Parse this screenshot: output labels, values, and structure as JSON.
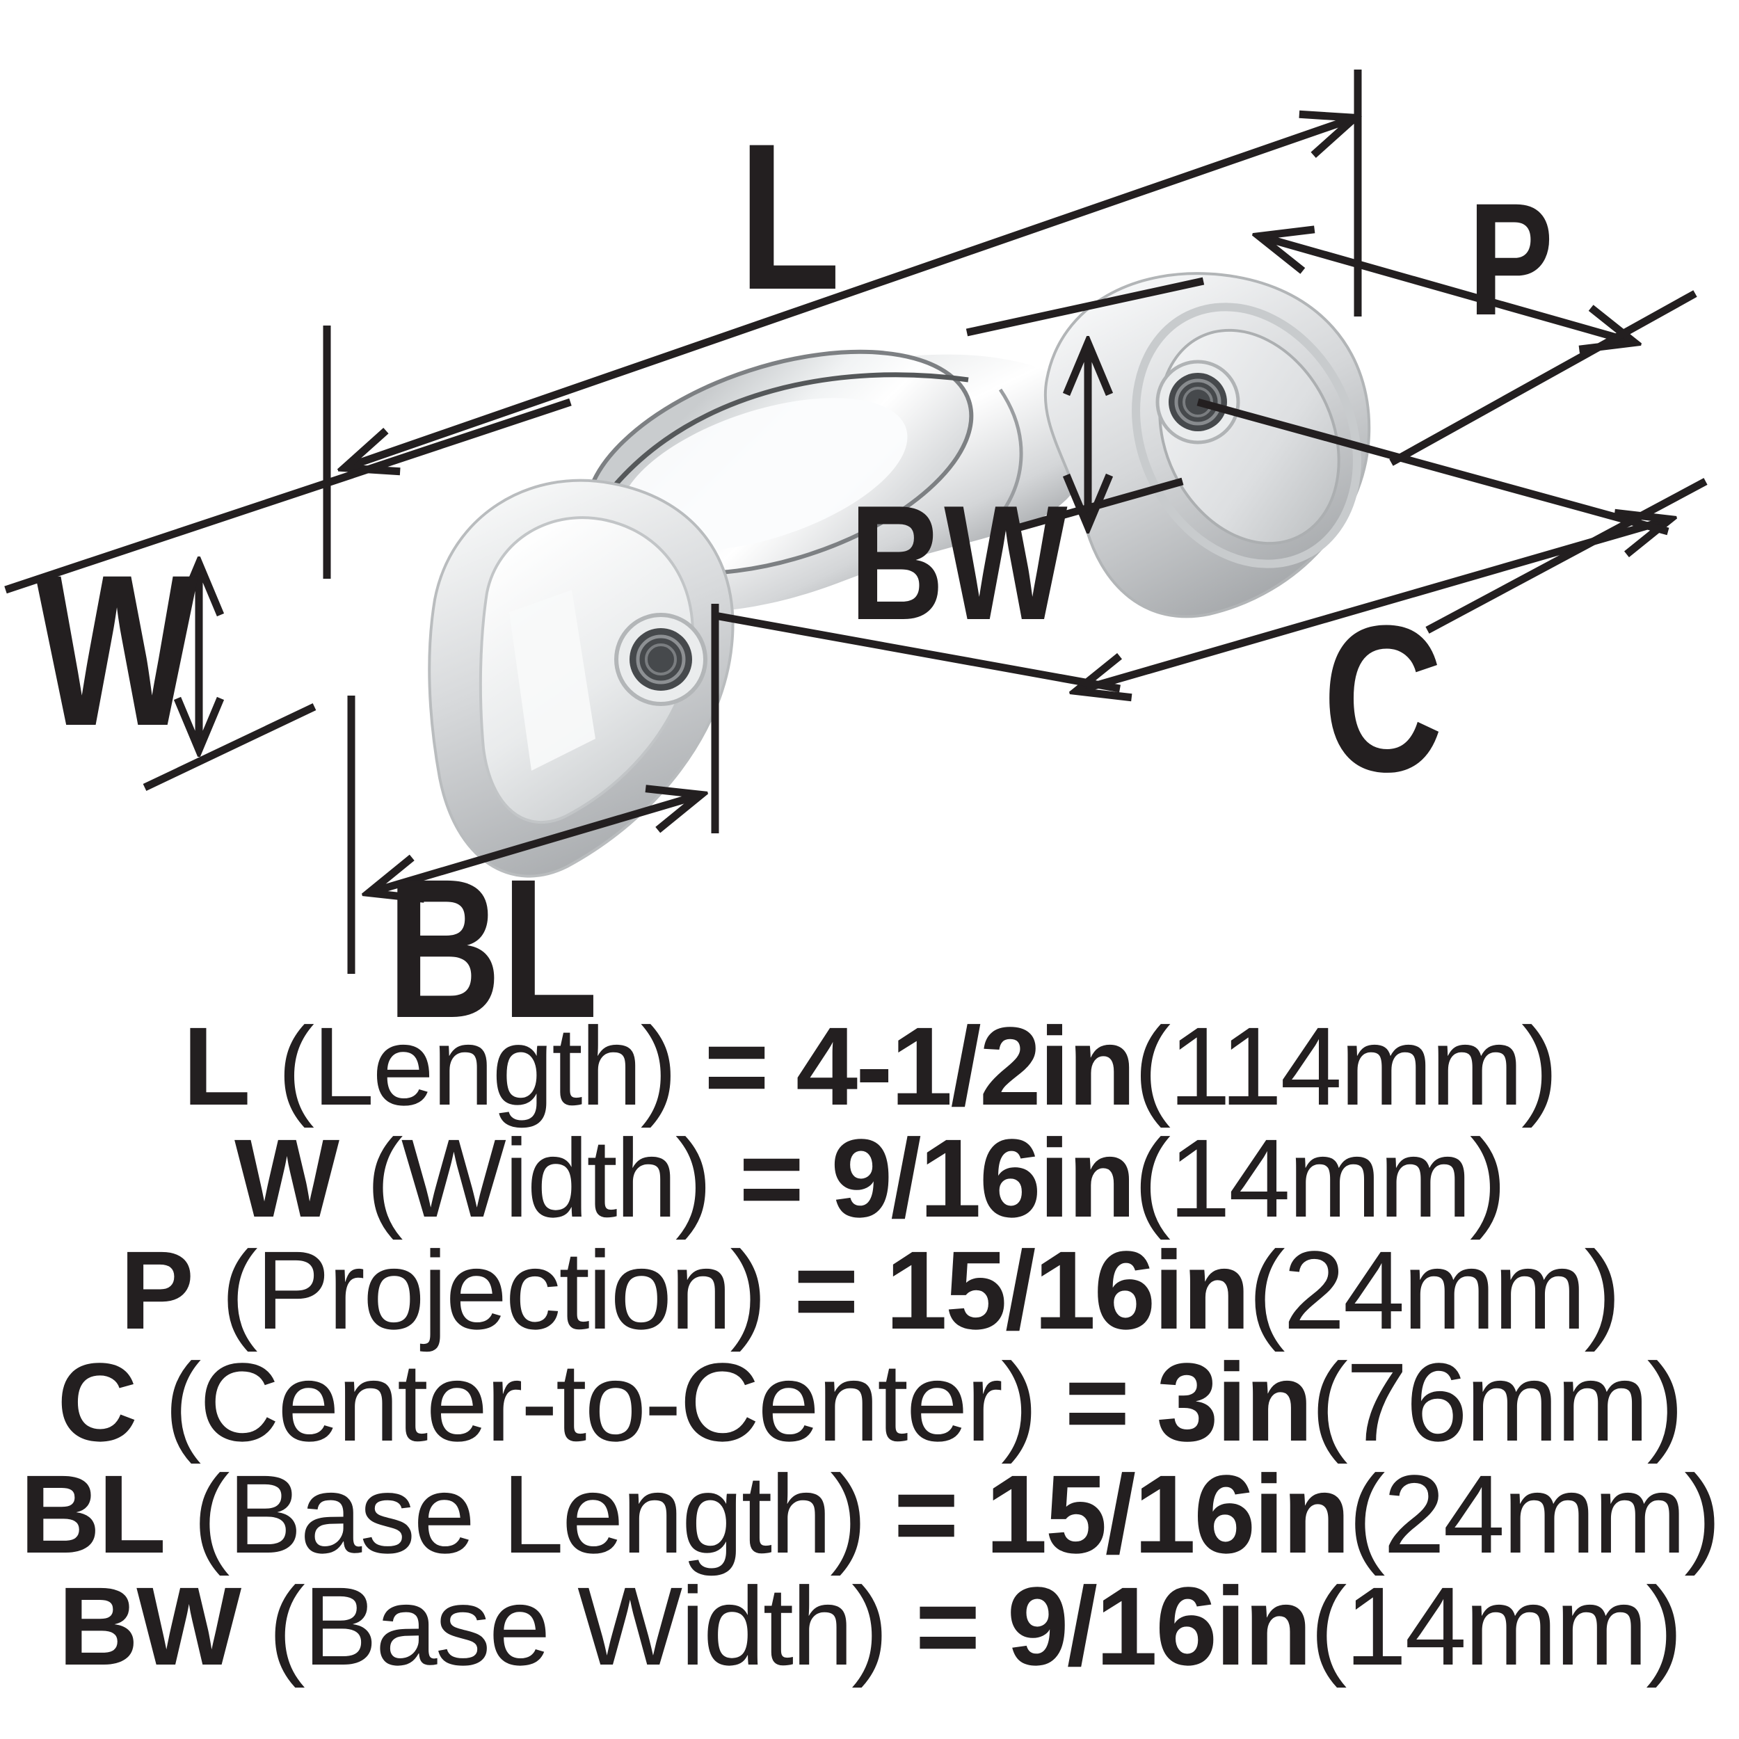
{
  "diagram": {
    "labels": {
      "length": "L",
      "projection": "P",
      "width": "W",
      "base_width": "BW",
      "center_to_center": "C",
      "base_length": "BL"
    },
    "colors": {
      "line": "#231f20",
      "background": "#ffffff",
      "chrome_light": "#ffffff",
      "chrome_mid": "#d5d7d9",
      "chrome_dark": "#989b9e",
      "hole_dark": "#46494c"
    },
    "object": "chrome cabinet pull with two screw bases"
  },
  "specs": [
    {
      "symbol": "L",
      "name": "(Length)",
      "eq": "=",
      "value": "4-1/2in",
      "metric": "(114mm)"
    },
    {
      "symbol": "W",
      "name": "(Width)",
      "eq": "=",
      "value": "9/16in",
      "metric": "(14mm)"
    },
    {
      "symbol": "P",
      "name": "(Projection)",
      "eq": "=",
      "value": "15/16in",
      "metric": "(24mm)"
    },
    {
      "symbol": "C",
      "name": "(Center-to-Center)",
      "eq": "=",
      "value": "3in",
      "metric": "(76mm)"
    },
    {
      "symbol": "BL",
      "name": "(Base Length)",
      "eq": "=",
      "value": "15/16in",
      "metric": "(24mm)"
    },
    {
      "symbol": "BW",
      "name": "(Base Width)",
      "eq": "=",
      "value": "9/16in",
      "metric": "(14mm)"
    }
  ]
}
